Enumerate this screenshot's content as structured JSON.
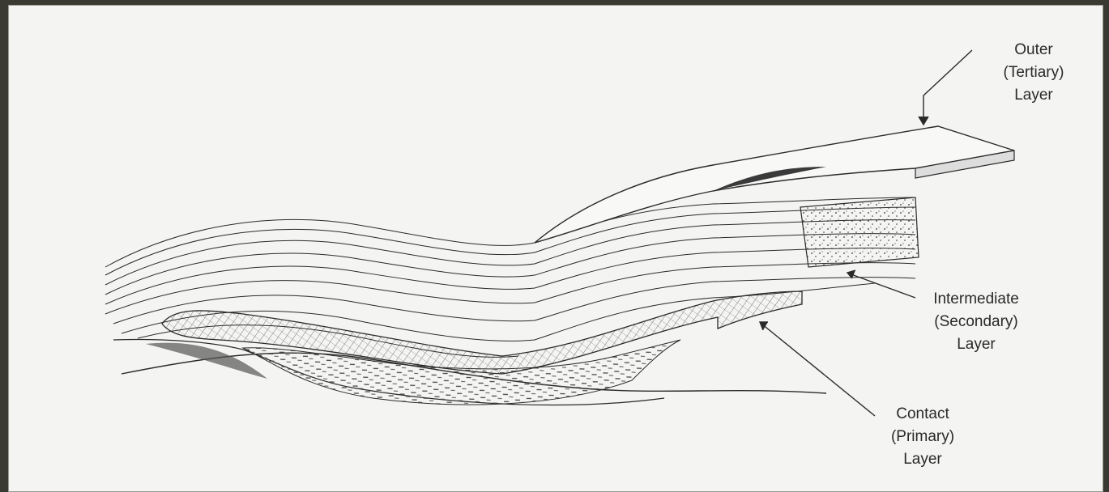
{
  "labels": {
    "outer": [
      "Outer",
      "(Tertiary)",
      "Layer"
    ],
    "intermediate": [
      "Intermediate",
      "(Secondary)",
      "Layer"
    ],
    "contact": [
      "Contact",
      "(Primary)",
      "Layer"
    ]
  },
  "colors": {
    "ink": "#2a2a2a",
    "paper": "#f4f4f2",
    "frame": "#3a3a33"
  }
}
